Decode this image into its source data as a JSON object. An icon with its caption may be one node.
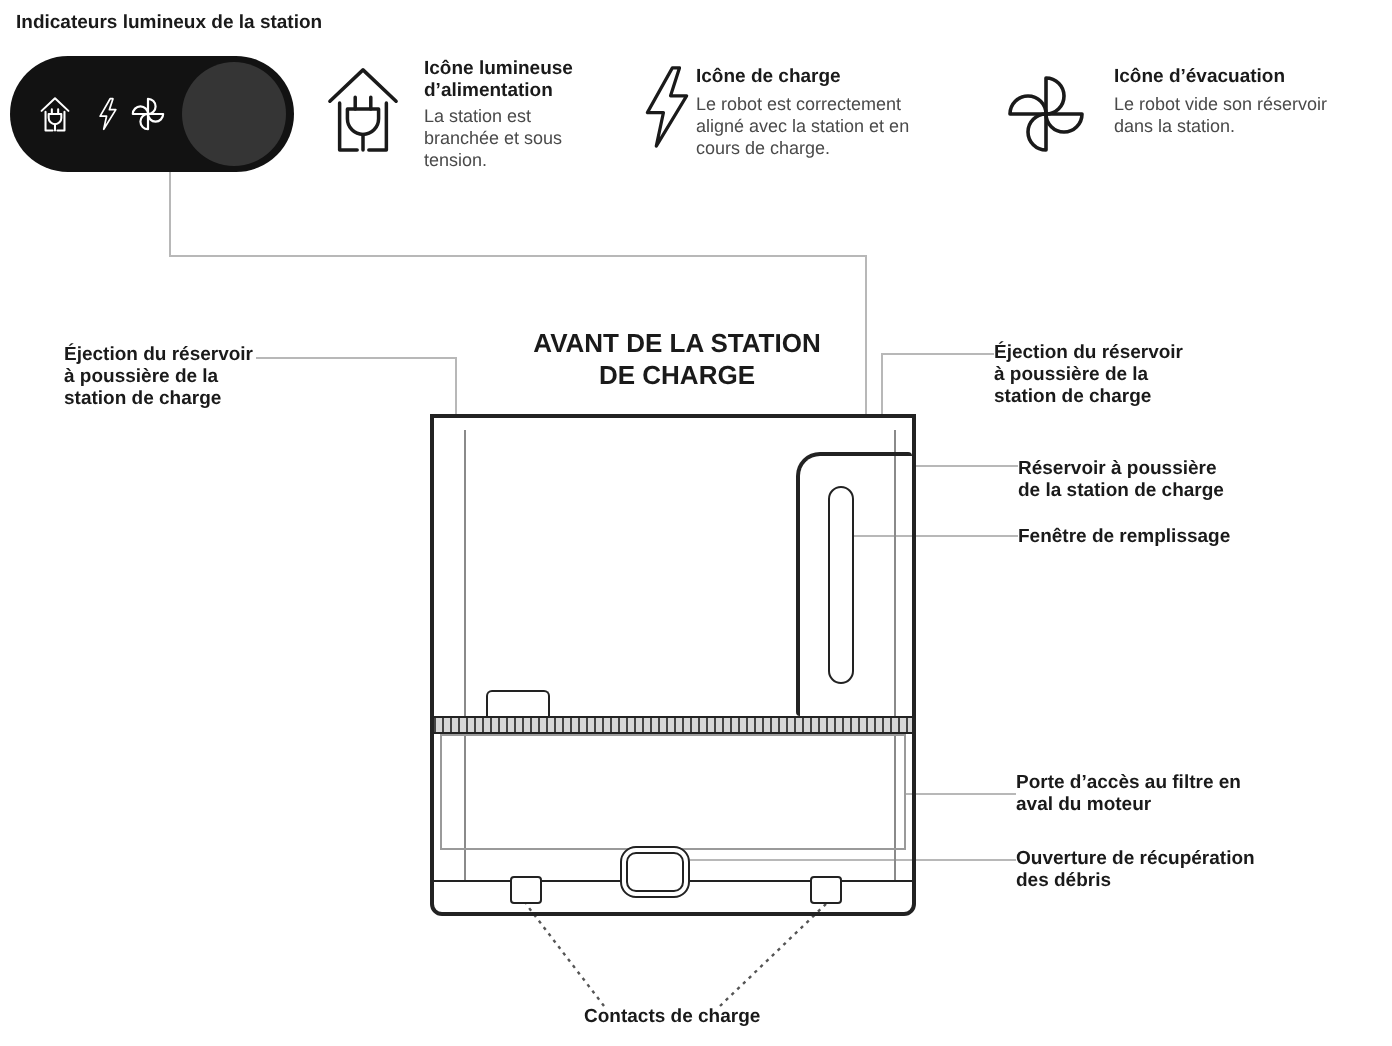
{
  "diagram": {
    "nodes": [
      {
        "text": [
          "Indicateurs lumineux de la station"
        ]
      },
      {
        "text": [
          "Éjection du réservoir à poussière de la station de charge"
        ]
      },
      {
        "text": [
          "AVANT DE LA STATION DE CHARGE"
        ]
      },
      {
        "text": [],
        "shape": "box",
        "in": 2
      },
      {
        "text": [],
        "shape": "bar",
        "in": 3
      },
      {
        "text": [],
        "shape": "box",
        "in": 2
      },
      {
        "text": [],
        "shape": "box",
        "in": 2
      },
      {
        "text": [],
        "shape": "box",
        "in": 2
      },
      {
        "text": [],
        "shape": "box",
        "in": 2
      },
      {
        "text": [
          "Éjection du réservoir à poussière de la station de charge"
        ]
      },
      {
        "text": [
          "Réservoir à poussière de la station de charge"
        ]
      },
      {
        "text": [
          "Fenêtre de remplissage"
        ]
      },
      {
        "text": [
          "Porte d’accès au filtre en aval du moteur"
        ]
      },
      {
        "text": [
          "Ouverture de récupération des débris"
        ]
      },
      {
        "text": [
          "Contacts de charge"
        ]
      }
    ],
    "edges": [
      {
        "from": 0,
        "to": 2,
        "arrow": "none"
      },
      {
        "from": 1,
        "to": 2,
        "arrow": "none"
      },
      {
        "from": 9,
        "to": 2,
        "arrow": "none"
      },
      {
        "from": 10,
        "to": 3,
        "arrow": "none"
      },
      {
        "from": 11,
        "to": 4,
        "arrow": "none"
      },
      {
        "from": 12,
        "to": 5,
        "arrow": "none"
      },
      {
        "from": 13,
        "to": 6,
        "arrow": "none"
      },
      {
        "from": 14,
        "to": 7,
        "arrow": "none",
        "style": "dashed",
        "color": "#555555"
      },
      {
        "from": 14,
        "to": 8,
        "arrow": "none",
        "style": "dashed",
        "color": "#555555"
      }
    ],
    "labels": [
      "Icône lumineuse d’alimentation",
      "La station est branchée et sous tension.",
      "Icône de charge",
      "Le robot est correctement aligné avec la station et en cours de charge.",
      "Icône d’évacuation",
      "Le robot vide son réservoir dans la station."
    ]
  }
}
